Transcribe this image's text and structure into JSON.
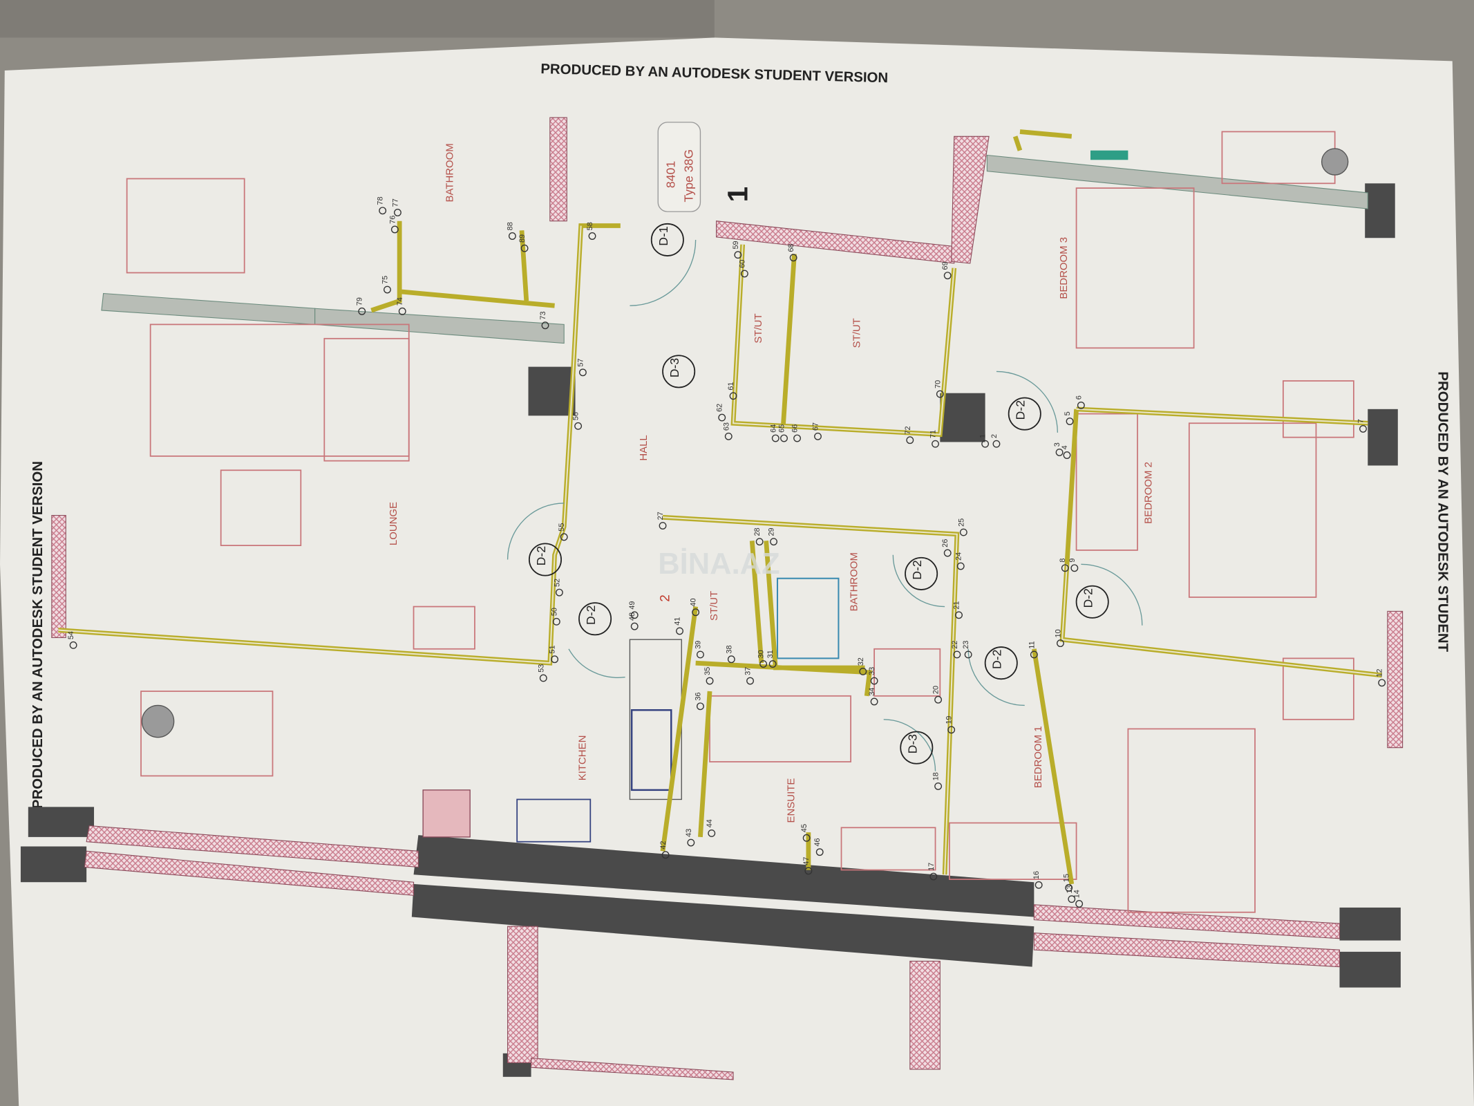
{
  "headers": {
    "top": "PRODUCED BY AN AUTODESK STUDENT VERSION",
    "left": "PRODUCED BY AN AUTODESK STUDENT VERSION",
    "right": "PRODUCED BY AN AUTODESK STUDENT"
  },
  "unit_tag": {
    "line1": "8401",
    "line2": "Type 38G"
  },
  "markers": {
    "one": "1",
    "two": "2"
  },
  "watermark": "BİNA.AZ",
  "rooms": {
    "bathroom_top": "BATHROOM",
    "lounge": "LOUNGE",
    "hall": "HALL",
    "stut_1": "ST/UT",
    "stut_2": "ST/UT",
    "stut_3": "ST/UT",
    "bathroom_mid": "BATHROOM",
    "kitchen": "KITCHEN",
    "ensuite": "ENSUITE",
    "bedroom1": "BEDROOM 1",
    "bedroom2": "BEDROOM 2",
    "bedroom3": "BEDROOM 3"
  },
  "doors": [
    "D-1",
    "D-2",
    "D-2",
    "D-2",
    "D-2",
    "D-2",
    "D-2",
    "D-3",
    "D-3"
  ],
  "pipe_points": [
    "1",
    "2",
    "3",
    "4",
    "5",
    "6",
    "7",
    "8",
    "9",
    "10",
    "11",
    "12",
    "13",
    "14",
    "15",
    "16",
    "17",
    "18",
    "19",
    "20",
    "21",
    "22",
    "23",
    "24",
    "25",
    "26",
    "27",
    "28",
    "29",
    "30",
    "31",
    "32",
    "33",
    "34",
    "35",
    "36",
    "37",
    "38",
    "39",
    "40",
    "41",
    "42",
    "43",
    "44",
    "45",
    "46",
    "47",
    "48",
    "49",
    "50",
    "51",
    "52",
    "53",
    "54",
    "55",
    "56",
    "57",
    "58",
    "59",
    "60",
    "61",
    "62",
    "63",
    "64",
    "65",
    "66",
    "67",
    "68",
    "69",
    "70",
    "71",
    "72",
    "73",
    "74",
    "75",
    "76",
    "77",
    "78",
    "79",
    "88",
    "89"
  ],
  "colors": {
    "paper": "#ecebe6",
    "wall_dark": "#4a4a4a",
    "wall_hatch": "#c8798a",
    "pipe": "#b9ad2a",
    "furniture": "#c9767a",
    "room_label": "#b4504a",
    "background": "#8e8b84"
  }
}
